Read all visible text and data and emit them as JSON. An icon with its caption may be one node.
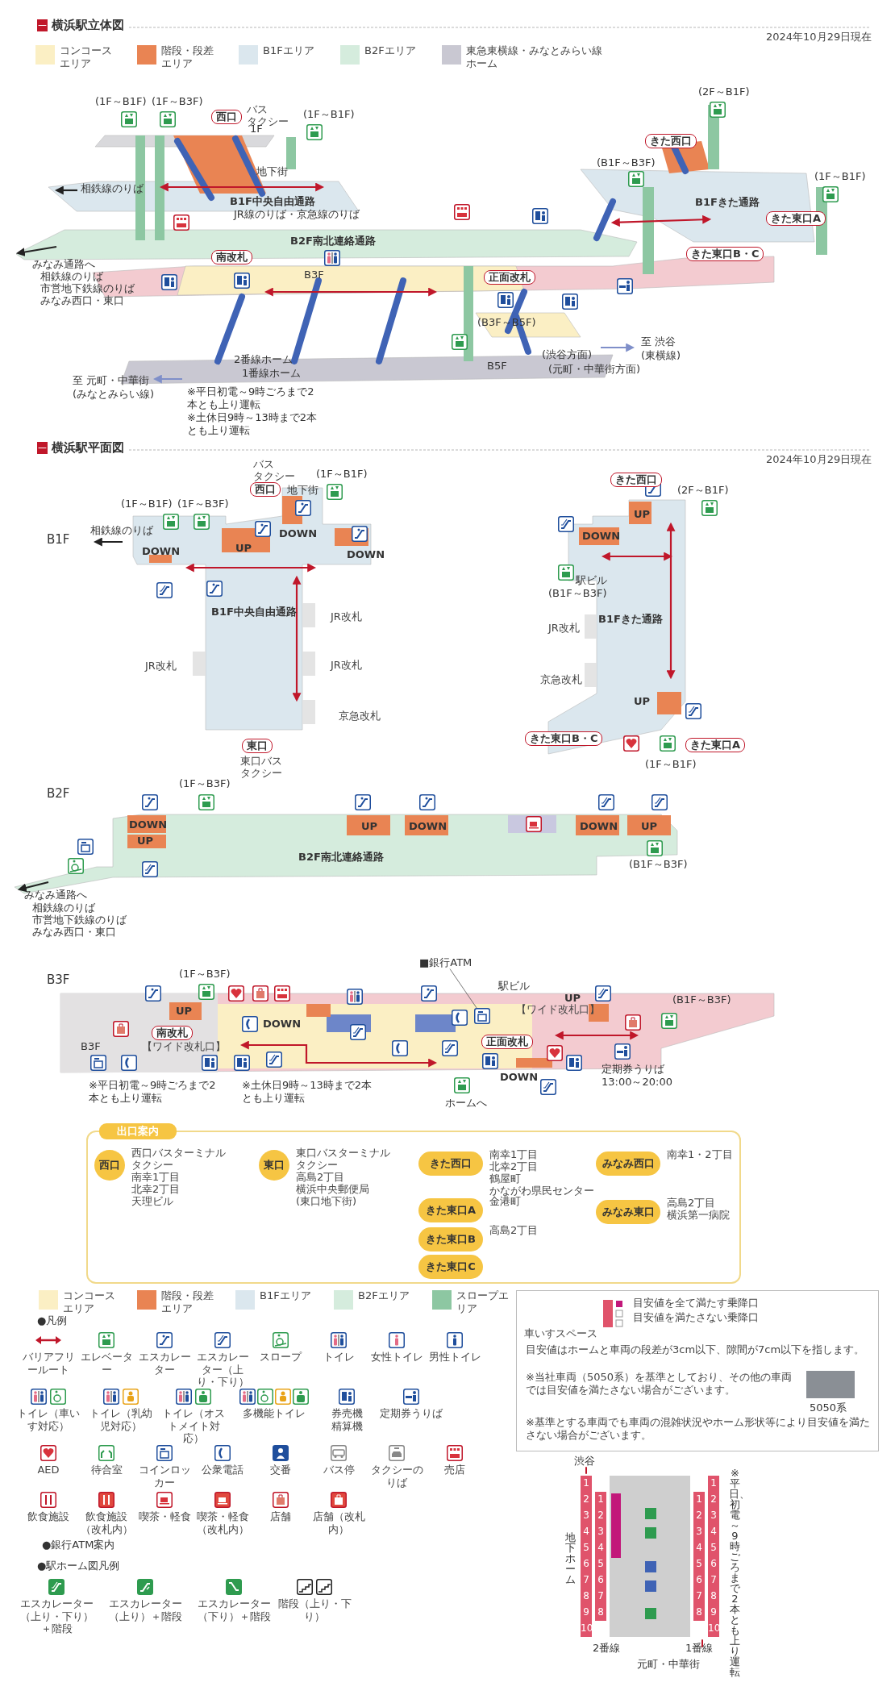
{
  "diagram": {
    "nodes": [
      {
        "text": [
          "西口"
        ],
        "beside": [
          "バス",
          "タクシー"
        ]
      },
      {
        "text": [
          "南改札"
        ]
      },
      {
        "text": [
          "正面改札"
        ]
      },
      {
        "text": [
          "きた西口"
        ]
      },
      {
        "text": [
          "きた東口A"
        ]
      },
      {
        "text": [
          "きた東口B・C"
        ]
      },
      {
        "text": [
          "西口"
        ],
        "beside": [
          "バス",
          "タクシー"
        ]
      },
      {
        "text": [
          "東口"
        ],
        "beside": [
          "東口バス",
          "タクシー"
        ]
      },
      {
        "text": [
          "きた西口"
        ]
      },
      {
        "text": [
          "きた東口B・C"
        ]
      },
      {
        "text": [
          "きた東口A"
        ]
      },
      {
        "text": [
          "南改札"
        ],
        "beside": [
          "【ワイド改札口】"
        ]
      },
      {
        "text": [
          "■銀行ATM"
        ]
      },
      {
        "text": [],
        "shape": "picture"
      },
      {
        "text": [
          "正面改札"
        ],
        "beside": [
          "【ワイド改札口】"
        ]
      },
      {
        "text": [
          "出口案内"
        ]
      },
      {
        "text": [
          "西口"
        ],
        "in": 15,
        "beside": [
          "西口バスターミナル",
          "タクシー",
          "南幸1丁目",
          "北幸2丁目",
          "天理ビル"
        ]
      },
      {
        "text": [
          "東口"
        ],
        "in": 15,
        "beside": [
          "東口バスターミナル",
          "タクシー",
          "高島2丁目",
          "横浜中央郵便局",
          "(東口地下街)"
        ]
      },
      {
        "text": [
          "きた西口"
        ],
        "in": 15,
        "beside": [
          "南幸1丁目",
          "北幸2丁目",
          "鶴屋町",
          "かながわ県民センター"
        ]
      },
      {
        "text": [
          "きた東口A"
        ],
        "in": 15,
        "beside": [
          "金港町"
        ]
      },
      {
        "text": [
          "きた東口B"
        ],
        "in": 15,
        "beside": [
          "高島2丁目"
        ]
      },
      {
        "text": [
          "きた東口C"
        ],
        "in": 15
      },
      {
        "text": [
          "みなみ西口"
        ],
        "in": 15,
        "beside": [
          "南幸1・2丁目"
        ]
      },
      {
        "text": [
          "みなみ東口"
        ],
        "in": 15,
        "beside": [
          "高島2丁目",
          "横浜第一病院"
        ]
      }
    ],
    "edges": [
      {
        "from": 12,
        "to": 13,
        "arrow": "none"
      }
    ],
    "labels": [
      "横浜駅立体図",
      "2024年10月29日現在",
      "(1F～B1F)",
      "(1F～B3F)",
      "(1F～B1F)",
      "1F",
      "地下街",
      "相鉄線のりば",
      "B1F中央自由通路",
      "JR線のりば・京急線のりば",
      "B2F南北連絡通路",
      "みなみ通路へ",
      "相鉄線のりば",
      "市営地下鉄線のりば",
      "みなみ西口・東口",
      "B3F",
      "(B3F～B5F)",
      "2番線ホーム",
      "1番線ホーム",
      "B5F",
      "(渋谷方面)",
      "(元町・中華街方面)",
      "至 渋谷",
      "(東横線)",
      "至 元町・中華街",
      "(みなとみらい線)",
      "※平日初電～9時ごろまで2本とも上り運転",
      "※土休日9時～13時まで2本とも上り運転",
      "(2F～B1F)",
      "(B1F～B3F)",
      "(1F～B1F)",
      "B1Fきた通路",
      "横浜駅平面図",
      "2024年10月29日現在",
      "B1F",
      "地下街",
      "(1F～B1F)",
      "(1F～B1F)",
      "(1F～B3F)",
      "相鉄線のりば",
      "DOWN",
      "UP",
      "DOWN",
      "DOWN",
      "B1F中央自由通路",
      "JR改札",
      "JR改札",
      "JR改札",
      "京急改札",
      "(2F～B1F)",
      "UP",
      "DOWN",
      "駅ビル",
      "(B1F～B3F)",
      "B1Fきた通路",
      "JR改札",
      "京急改札",
      "UP",
      "(1F～B1F)",
      "B2F",
      "(1F～B3F)",
      "DOWN",
      "UP",
      "UP",
      "DOWN",
      "DOWN",
      "UP",
      "B2F南北連絡通路",
      "(B1F～B3F)",
      "みなみ通路へ",
      "相鉄線のりば",
      "市営地下鉄線のりば",
      "みなみ西口・東口",
      "B3F",
      "(1F～B3F)",
      "UP",
      "B3F",
      "DOWN",
      "※平日初電～9時ごろまで2本とも上り運転",
      "※土休日9時～13時まで2本とも上り運転",
      "駅ビル",
      "UP",
      "(B1F～B3F)",
      "DOWN",
      "定期券うりば",
      "13:00～20:00",
      "ホームへ",
      "●凡例",
      "●銀行ATM案内",
      "●駅ホーム図凡例",
      "車いすスペース",
      "目安値を全て満たす乗降口",
      "目安値を満たさない乗降口",
      "目安値はホームと車両の段差が3cm以下、隙間が7cm以下を指します。",
      "※当社車両（5050系）を基準としており、その他の車両では目安値を満たさない場合がございます。",
      "5050系",
      "※基準とする車両でも車両の混雑状況やホーム形状等により目安値を満たさない場合がございます。",
      "渋谷",
      "地下ホーム",
      "※平日、初電～9時ごろまで2本とも上り運転",
      "2番線",
      "1番線",
      "元町・中華街",
      "1",
      "2",
      "3",
      "4",
      "5",
      "6",
      "7",
      "8",
      "9",
      "10",
      "1",
      "2",
      "3",
      "4",
      "5",
      "6",
      "7",
      "8",
      "1",
      "2",
      "3",
      "4",
      "5",
      "6",
      "7",
      "8",
      "1",
      "2",
      "3",
      "4",
      "5",
      "6",
      "7",
      "8",
      "9",
      "10"
    ],
    "legend": [
      {
        "text": "コンコースエリア",
        "color": "#fbefc4"
      },
      {
        "text": "階段・段差エリア",
        "color": "#e98453"
      },
      {
        "text": "B1Fエリア",
        "color": "#dbe7ee"
      },
      {
        "text": "B2Fエリア",
        "color": "#d5ecdd"
      },
      {
        "text": "東急東横線・みなとみらい線ホーム",
        "color": "#c9c8d2"
      },
      {
        "text": "コンコースエリア",
        "color": "#fbefc4"
      },
      {
        "text": "階段・段差エリア",
        "color": "#e98453"
      },
      {
        "text": "B1Fエリア",
        "color": "#dbe7ee"
      },
      {
        "text": "B2Fエリア",
        "color": "#d5ecdd"
      },
      {
        "text": "スロープエリア",
        "color": "#8dc7a2"
      },
      {
        "text": "バリアフリールート"
      },
      {
        "text": "エレベーター"
      },
      {
        "text": "エスカレーター"
      },
      {
        "text": "エスカレーター（上り・下り）"
      },
      {
        "text": "スロープ"
      },
      {
        "text": "トイレ"
      },
      {
        "text": "女性トイレ"
      },
      {
        "text": "男性トイレ"
      },
      {
        "text": "トイレ（車いす対応）"
      },
      {
        "text": "トイレ（乳幼児対応）"
      },
      {
        "text": "トイレ（オストメイト対応）"
      },
      {
        "text": "多機能トイレ"
      },
      {
        "text": "券売機精算機"
      },
      {
        "text": "定期券うりば"
      },
      {
        "text": "AED"
      },
      {
        "text": "待合室"
      },
      {
        "text": "コインロッカー"
      },
      {
        "text": "公衆電話"
      },
      {
        "text": "交番"
      },
      {
        "text": "バス停"
      },
      {
        "text": "タクシーのりば"
      },
      {
        "text": "売店"
      },
      {
        "text": "飲食施設"
      },
      {
        "text": "飲食施設（改札内）"
      },
      {
        "text": "喫茶・軽食"
      },
      {
        "text": "喫茶・軽食（改札内）"
      },
      {
        "text": "店舗"
      },
      {
        "text": "店舗（改札内）"
      },
      {
        "text": "エスカレーター（上り・下り）＋階段"
      },
      {
        "text": "エスカレーター（上り）＋階段"
      },
      {
        "text": "エスカレーター（下り）＋階段"
      },
      {
        "text": "階段（上り・下り）"
      }
    ]
  }
}
